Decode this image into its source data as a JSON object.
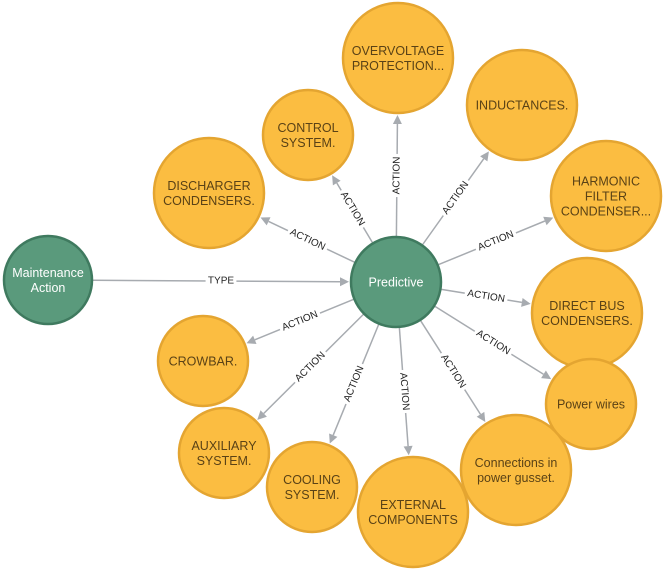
{
  "graph": {
    "colors": {
      "center_node": "#5a9a7c",
      "leaf_node": "#fbbd41",
      "edge": "#a7abb0"
    },
    "nodes": {
      "maintenance_action": {
        "lines": [
          "Maintenance",
          "Action"
        ],
        "color": "green"
      },
      "predictive": {
        "lines": [
          "Predictive"
        ],
        "color": "green"
      },
      "overvoltage_protection": {
        "lines": [
          "OVERVOLTAGE",
          "PROTECTION..."
        ],
        "color": "orange"
      },
      "inductances": {
        "lines": [
          "INDUCTANCES."
        ],
        "color": "orange"
      },
      "control_system": {
        "lines": [
          "CONTROL",
          "SYSTEM."
        ],
        "color": "orange"
      },
      "discharger_condensers": {
        "lines": [
          "DISCHARGER",
          "CONDENSERS."
        ],
        "color": "orange"
      },
      "harmonic_filter_condenser": {
        "lines": [
          "HARMONIC",
          "FILTER",
          "CONDENSER..."
        ],
        "color": "orange"
      },
      "direct_bus_condensers": {
        "lines": [
          "DIRECT BUS",
          "CONDENSERS."
        ],
        "color": "orange"
      },
      "crowbar": {
        "lines": [
          "CROWBAR."
        ],
        "color": "orange"
      },
      "power_wires": {
        "lines": [
          "Power wires"
        ],
        "color": "orange"
      },
      "auxiliary_system": {
        "lines": [
          "AUXILIARY",
          "SYSTEM."
        ],
        "color": "orange"
      },
      "cooling_system": {
        "lines": [
          "COOLING",
          "SYSTEM."
        ],
        "color": "orange"
      },
      "external_components": {
        "lines": [
          "EXTERNAL",
          "COMPONENTS"
        ],
        "color": "orange"
      },
      "connections_power_gusset": {
        "lines": [
          "Connections in",
          "power gusset."
        ],
        "color": "orange"
      }
    },
    "edges": [
      {
        "from": "maintenance_action",
        "to": "predictive",
        "label": "TYPE"
      },
      {
        "from": "predictive",
        "to": "overvoltage_protection",
        "label": "ACTION"
      },
      {
        "from": "predictive",
        "to": "inductances",
        "label": "ACTION"
      },
      {
        "from": "predictive",
        "to": "control_system",
        "label": "ACTION"
      },
      {
        "from": "predictive",
        "to": "discharger_condensers",
        "label": "ACTION"
      },
      {
        "from": "predictive",
        "to": "harmonic_filter_condenser",
        "label": "ACTION"
      },
      {
        "from": "predictive",
        "to": "direct_bus_condensers",
        "label": "ACTION"
      },
      {
        "from": "predictive",
        "to": "crowbar",
        "label": "ACTION"
      },
      {
        "from": "predictive",
        "to": "power_wires",
        "label": "ACTION"
      },
      {
        "from": "predictive",
        "to": "auxiliary_system",
        "label": "ACTION"
      },
      {
        "from": "predictive",
        "to": "cooling_system",
        "label": "ACTION"
      },
      {
        "from": "predictive",
        "to": "external_components",
        "label": "ACTION"
      },
      {
        "from": "predictive",
        "to": "connections_power_gusset",
        "label": "ACTION"
      }
    ]
  }
}
